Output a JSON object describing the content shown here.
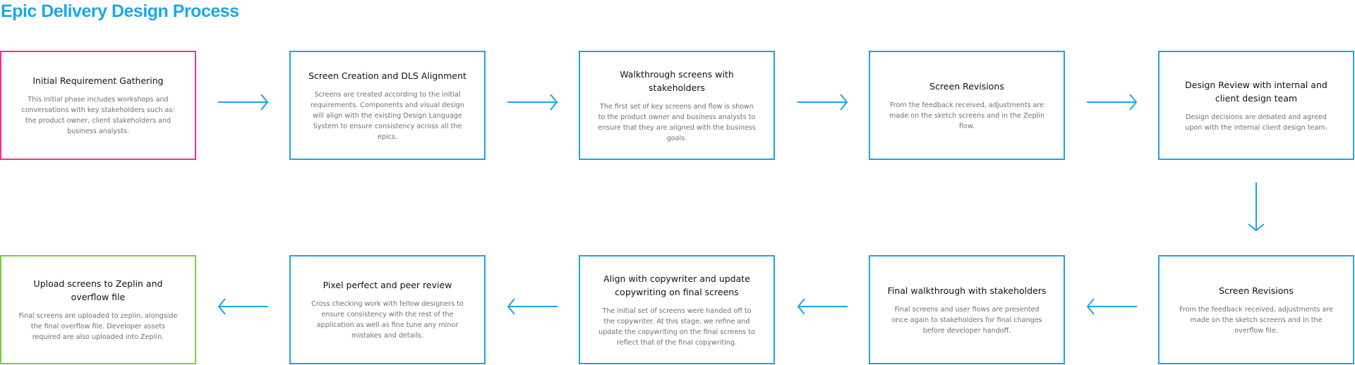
{
  "title": "Epic Delivery Design Process",
  "colors": {
    "accent": "#1aa7e8",
    "start": "#ff2d8a",
    "end": "#7dcc3b",
    "step": "#1ea4e6"
  },
  "steps": [
    {
      "title": "Initial Requirement Gathering",
      "body": "This initial phase includes workshops and conversations with key stakeholders such as: the product owner, client stakeholders and business analysts."
    },
    {
      "title": "Screen Creation and DLS Alignment",
      "body": "Screens are created according to the initial requirements. Components and visual design will align with the existing Design Language System to ensure consistency across all the epics."
    },
    {
      "title": "Walkthrough screens with stakeholders",
      "body": "The first set of key screens and flow is shown to the product owner and business analysts to ensure that they are aligned with the business goals."
    },
    {
      "title": "Screen Revisions",
      "body": "From the feedback received, adjustments are made on the sketch screens and in the Zeplin flow."
    },
    {
      "title": "Design Review with internal and client design team",
      "body": "Design decisions are debated and agreed upon with the internal client design team."
    },
    {
      "title": "Screen Revisions",
      "body": "From the feedback received, adjustments are made on the sketch screens and in the overflow file."
    },
    {
      "title": "Final walkthrough with stakeholders",
      "body": "Final screens and user flows are presented once again to stakeholders for final changes before developer handoff."
    },
    {
      "title": "Align with copywriter and update copywriting on final screens",
      "body": "The initial set of screens were handed off to the copywriter. At this stage, we refine and update the copywriting on the final screens to reflect that of the final copywriting."
    },
    {
      "title": "Pixel perfect and peer review",
      "body": "Cross checking work with fellow designers to ensure consistency with the rest of the application as well as fine tune any minor mistakes and details."
    },
    {
      "title": "Upload screens to Zeplin and overflow file",
      "body": "Final screens are uploaded to zeplin, alongside the final overflow file. Developer assets required are also uploaded into Zeplin."
    }
  ]
}
